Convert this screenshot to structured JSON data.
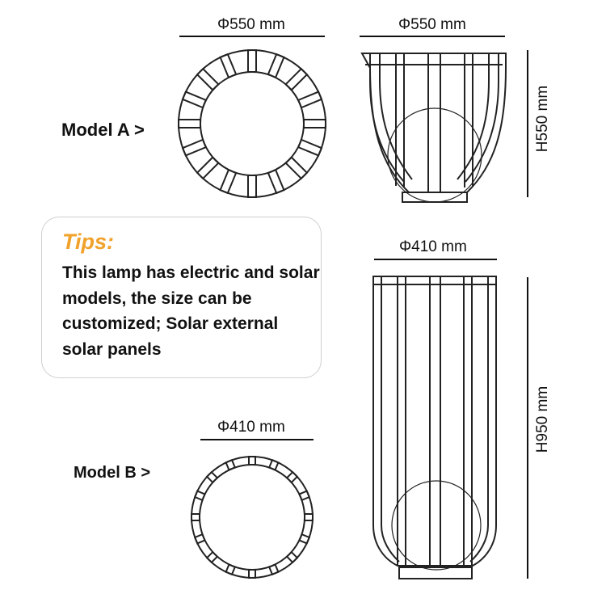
{
  "model_a": {
    "label": "Model A >",
    "top_view_diameter": "Φ550 mm",
    "side_view_diameter": "Φ550 mm",
    "side_view_height": "H550 mm"
  },
  "model_b": {
    "label": "Model B >",
    "top_view_diameter": "Φ410 mm",
    "side_view_diameter": "Φ410 mm",
    "side_view_height": "H950 mm"
  },
  "tips": {
    "title": "Tips:",
    "text": "This lamp has electric and solar models, the size can be customized; Solar external solar panels"
  },
  "colors": {
    "accent": "#f0a22a",
    "line": "#111111",
    "box_border": "#cfcfcf"
  }
}
